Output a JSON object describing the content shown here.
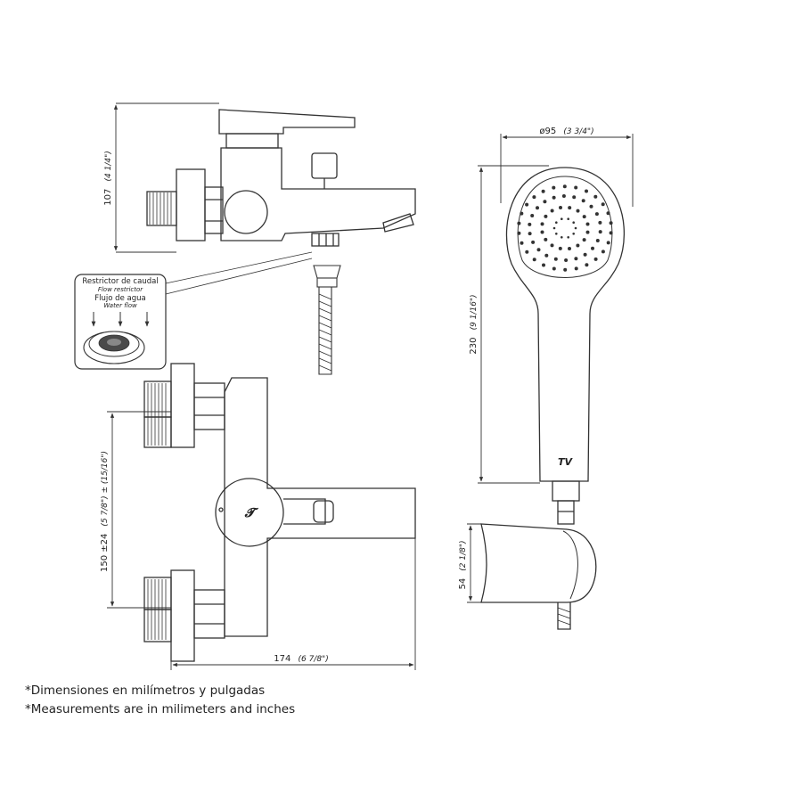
{
  "dimensions": {
    "top_height": {
      "mm": "107",
      "in": "(4 1/4\")"
    },
    "inlet_spacing": {
      "mm": "150 ±24",
      "in": "(5 7/8\") ± (15/16\")"
    },
    "overall_width": {
      "mm": "174",
      "in": "(6 7/8\")"
    },
    "shower_diameter": {
      "mm": "ø95",
      "in": "(3 3/4\")"
    },
    "shower_length": {
      "mm": "230",
      "in": "(9 1/16\")"
    },
    "holder_height": {
      "mm": "54",
      "in": "(2 1/8\")"
    }
  },
  "restrictor_detail": {
    "line1": "Restrictor de caudal",
    "line2": "Flow restrictor",
    "line3": "Flujo de agua",
    "line4": "Water flow"
  },
  "notes": [
    "*Dimensiones en milímetros y pulgadas",
    "*Measurements are in milimeters and inches"
  ],
  "colors": {
    "line": "#333333",
    "detail_dark": "#4a4a4a"
  }
}
